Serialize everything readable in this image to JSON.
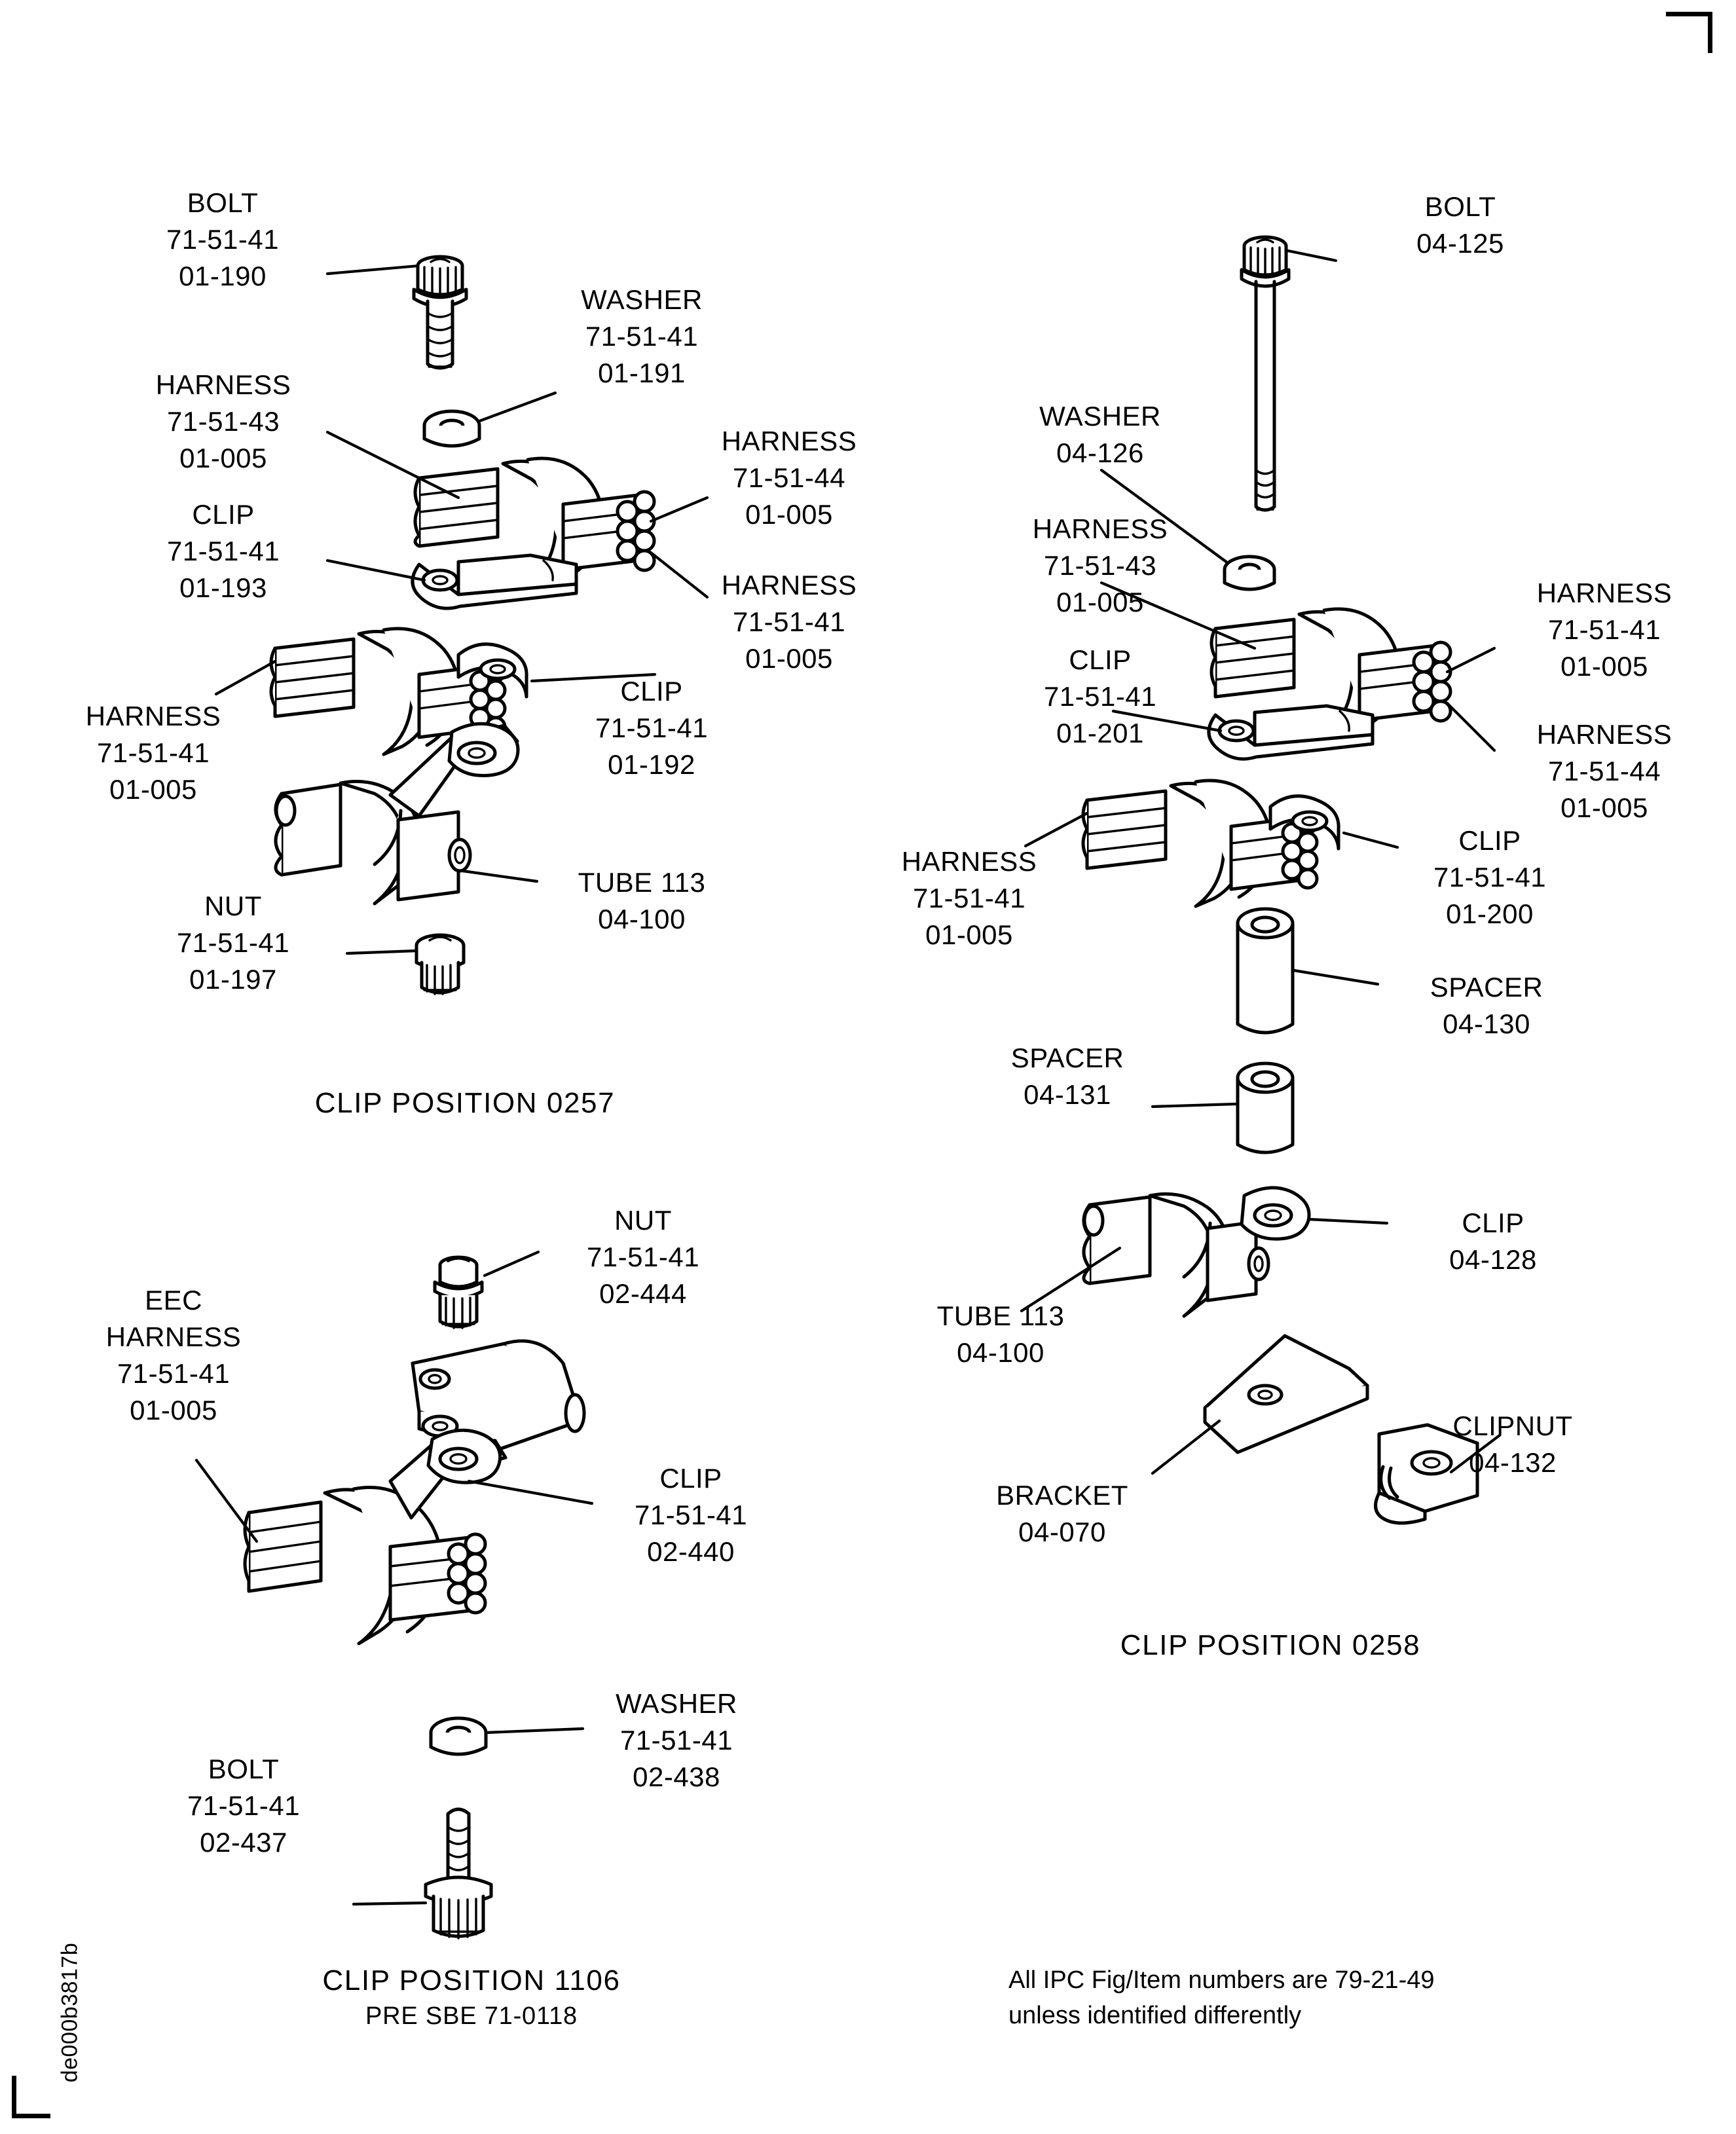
{
  "drawing": {
    "id": "de000b3817b",
    "note_line1": "All IPC Fig/Item numbers are 79-21-49",
    "note_line2": "unless identified differently"
  },
  "sections": [
    {
      "id": "clip-position-0257",
      "title": "CLIP POSITION 0257",
      "subtitle": "",
      "labels": [
        {
          "name": "bolt",
          "line1": "BOLT",
          "line2": "71-51-41",
          "line3": "01-190"
        },
        {
          "name": "washer",
          "line1": "WASHER",
          "line2": "71-51-41",
          "line3": "01-191"
        },
        {
          "name": "harness-71-51-43",
          "line1": "HARNESS",
          "line2": "71-51-43",
          "line3": "01-005"
        },
        {
          "name": "harness-71-51-44",
          "line1": "HARNESS",
          "line2": "71-51-44",
          "line3": "01-005"
        },
        {
          "name": "clip-01-193",
          "line1": "CLIP",
          "line2": "71-51-41",
          "line3": "01-193"
        },
        {
          "name": "harness-71-51-41-upper",
          "line1": "HARNESS",
          "line2": "71-51-41",
          "line3": "01-005"
        },
        {
          "name": "harness-71-51-41-left",
          "line1": "HARNESS",
          "line2": "71-51-41",
          "line3": "01-005"
        },
        {
          "name": "clip-01-192",
          "line1": "CLIP",
          "line2": "71-51-41",
          "line3": "01-192"
        },
        {
          "name": "tube-113",
          "line1": "TUBE 113",
          "line2": "04-100",
          "line3": ""
        },
        {
          "name": "nut-01-197",
          "line1": "NUT",
          "line2": "71-51-41",
          "line3": "01-197"
        }
      ]
    },
    {
      "id": "clip-position-0258",
      "title": "CLIP POSITION 0258",
      "subtitle": "",
      "labels": [
        {
          "name": "bolt-04-125",
          "line1": "BOLT",
          "line2": "04-125",
          "line3": ""
        },
        {
          "name": "washer-04-126",
          "line1": "WASHER",
          "line2": "04-126",
          "line3": ""
        },
        {
          "name": "harness-71-51-43",
          "line1": "HARNESS",
          "line2": "71-51-43",
          "line3": "01-005"
        },
        {
          "name": "harness-71-51-41-right",
          "line1": "HARNESS",
          "line2": "71-51-41",
          "line3": "01-005"
        },
        {
          "name": "harness-71-51-44-right",
          "line1": "HARNESS",
          "line2": "71-51-44",
          "line3": "01-005"
        },
        {
          "name": "clip-01-201",
          "line1": "CLIP",
          "line2": "71-51-41",
          "line3": "01-201"
        },
        {
          "name": "harness-71-51-41-lower",
          "line1": "HARNESS",
          "line2": "71-51-41",
          "line3": "01-005"
        },
        {
          "name": "clip-01-200",
          "line1": "CLIP",
          "line2": "71-51-41",
          "line3": "01-200"
        },
        {
          "name": "spacer-04-130",
          "line1": "SPACER",
          "line2": "04-130",
          "line3": ""
        },
        {
          "name": "spacer-04-131",
          "line1": "SPACER",
          "line2": "04-131",
          "line3": ""
        },
        {
          "name": "clip-04-128",
          "line1": "CLIP",
          "line2": "04-128",
          "line3": ""
        },
        {
          "name": "tube-113",
          "line1": "TUBE 113",
          "line2": "04-100",
          "line3": ""
        },
        {
          "name": "bracket-04-070",
          "line1": "BRACKET",
          "line2": "04-070",
          "line3": ""
        },
        {
          "name": "clipnut-04-132",
          "line1": "CLIPNUT",
          "line2": "04-132",
          "line3": ""
        }
      ]
    },
    {
      "id": "clip-position-1106",
      "title": "CLIP POSITION 1106",
      "subtitle": "PRE SBE 71-0118",
      "labels": [
        {
          "name": "nut-02-444",
          "line1": "NUT",
          "line2": "71-51-41",
          "line3": "02-444"
        },
        {
          "name": "eec-harness",
          "line1": "EEC",
          "line2": "HARNESS",
          "line3": "71-51-41",
          "line4": "01-005"
        },
        {
          "name": "clip-02-440",
          "line1": "CLIP",
          "line2": "71-51-41",
          "line3": "02-440"
        },
        {
          "name": "washer-02-438",
          "line1": "WASHER",
          "line2": "71-51-41",
          "line3": "02-438"
        },
        {
          "name": "bolt-02-437",
          "line1": "BOLT",
          "line2": "71-51-41",
          "line3": "02-437"
        }
      ]
    }
  ]
}
